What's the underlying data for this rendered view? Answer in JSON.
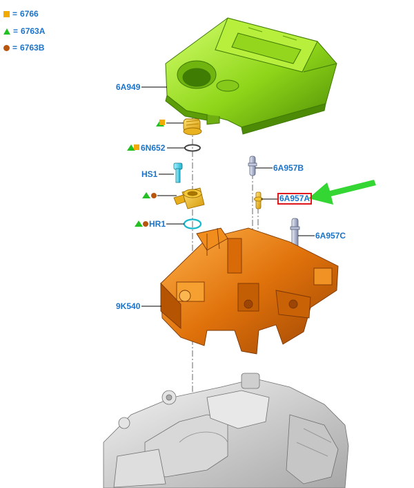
{
  "colors": {
    "square": "#f2a900",
    "triangle": "#22c022",
    "circle": "#b8560e",
    "label": "#1a73c8",
    "highlight": "#e0161d",
    "arrow": "#33d633"
  },
  "legend": [
    {
      "symbol": "square-icon",
      "eq": "=",
      "code": "6766"
    },
    {
      "symbol": "triangle-icon",
      "eq": "=",
      "code": "6763A"
    },
    {
      "symbol": "circle-icon",
      "eq": "=",
      "code": "6763B"
    }
  ],
  "callouts": {
    "engine_cover": "6A949",
    "oil_filler_cap_seal": "6N652",
    "bolt_hs1": "HS1",
    "oring_hr1": "HR1",
    "bracket": "9K540",
    "stud_b": "6A957B",
    "stud_a": "6A957A",
    "stud_c": "6A957C"
  }
}
